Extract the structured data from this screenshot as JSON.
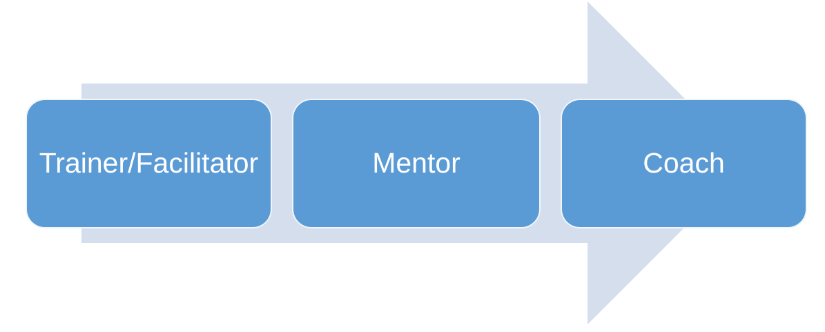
{
  "diagram": {
    "type": "process-arrow",
    "direction": "right",
    "colors": {
      "arrow_fill": "#D5DEEC",
      "box_fill": "#5B9BD5",
      "box_border": "#FFFFFF",
      "label_text": "#FFFFFF",
      "background": "#FFFFFF"
    },
    "steps": [
      {
        "label": "Trainer/Facilitator"
      },
      {
        "label": "Mentor"
      },
      {
        "label": "Coach"
      }
    ]
  }
}
